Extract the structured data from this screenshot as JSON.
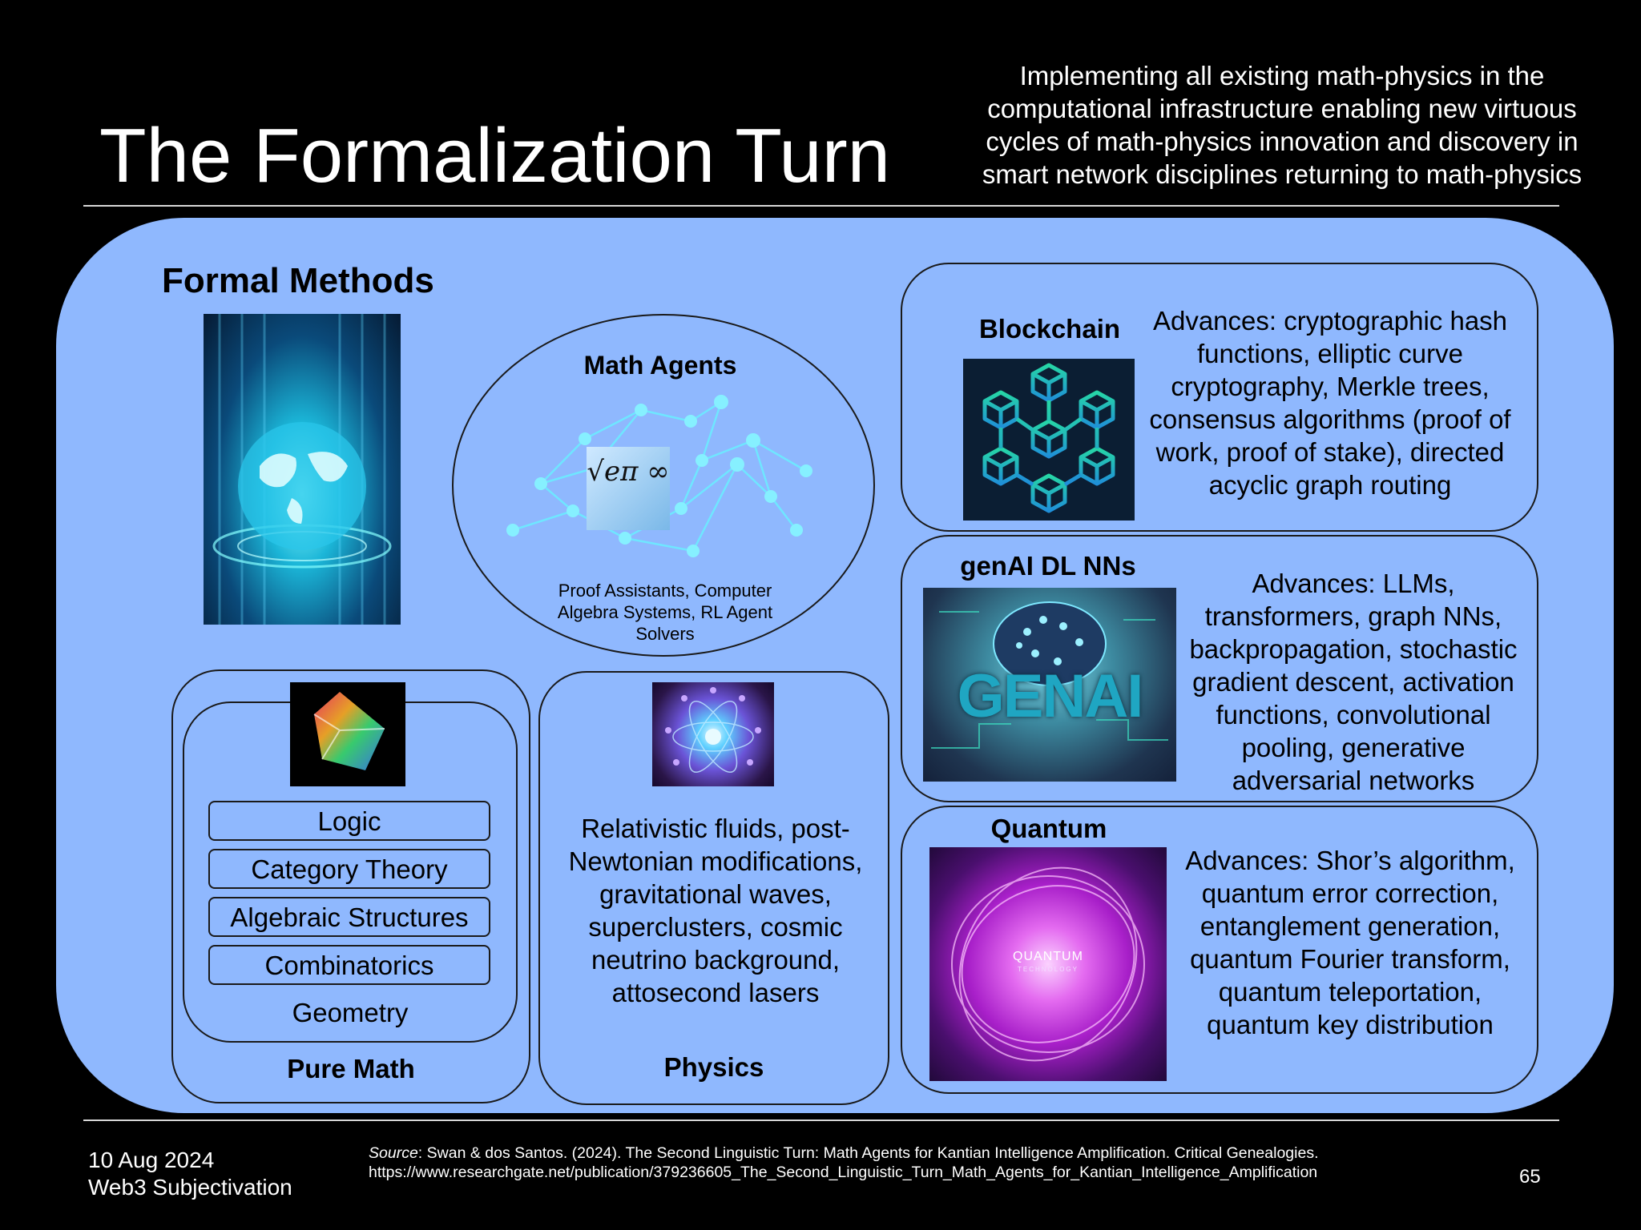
{
  "slide": {
    "title": "The Formalization Turn",
    "subtitle": "Implementing all existing math-physics in the computational infrastructure enabling new virtuous cycles of math-physics innovation and discovery in smart network disciplines returning to math-physics"
  },
  "formal_methods": {
    "heading": "Formal Methods",
    "math_agents": {
      "title": "Math Agents",
      "description": "Proof Assistants, Computer Algebra Systems, RL Agent Solvers",
      "image_text": "√eπ ∞"
    },
    "pure_math": {
      "label": "Pure Math",
      "items": [
        "Logic",
        "Category Theory",
        "Algebraic Structures",
        "Combinatorics"
      ],
      "last_item": "Geometry"
    },
    "physics": {
      "label": "Physics",
      "description": "Relativistic fluids, post-Newtonian modifications, gravitational waves, superclusters, cosmic neutrino background, attosecond lasers"
    }
  },
  "domains": {
    "blockchain": {
      "label": "Blockchain",
      "description": "Advances: cryptographic hash functions, elliptic curve cryptography, Merkle trees, consensus algorithms (proof of work, proof of stake), directed acyclic graph routing"
    },
    "genai": {
      "label": "genAI DL NNs",
      "image_text": "GENAI",
      "description": "Advances: LLMs, transformers, graph NNs, backpropagation, stochastic gradient descent, activation functions, convolutional pooling, generative adversarial networks"
    },
    "quantum": {
      "label": "Quantum",
      "image_text": "QUANTUM",
      "image_subtext": "TECHNOLOGY",
      "description": "Advances: Shor’s algorithm, quantum error correction, entanglement generation, quantum Fourier transform, quantum teleportation, quantum key distribution"
    }
  },
  "footer": {
    "date": "10 Aug 2024",
    "name": "Web3 Subjectivation",
    "source_label": "Source",
    "source_text": ": Swan & dos Santos. (2024). The Second Linguistic Turn: Math Agents for Kantian Intelligence Amplification. Critical Genealogies.",
    "source_url": "https://www.researchgate.net/publication/379236605_The_Second_Linguistic_Turn_Math_Agents_for_Kantian_Intelligence_Amplification",
    "page_number": "65"
  },
  "colors": {
    "background": "#000000",
    "panel": "#8fb8fe",
    "outline": "#1a1a1a"
  }
}
